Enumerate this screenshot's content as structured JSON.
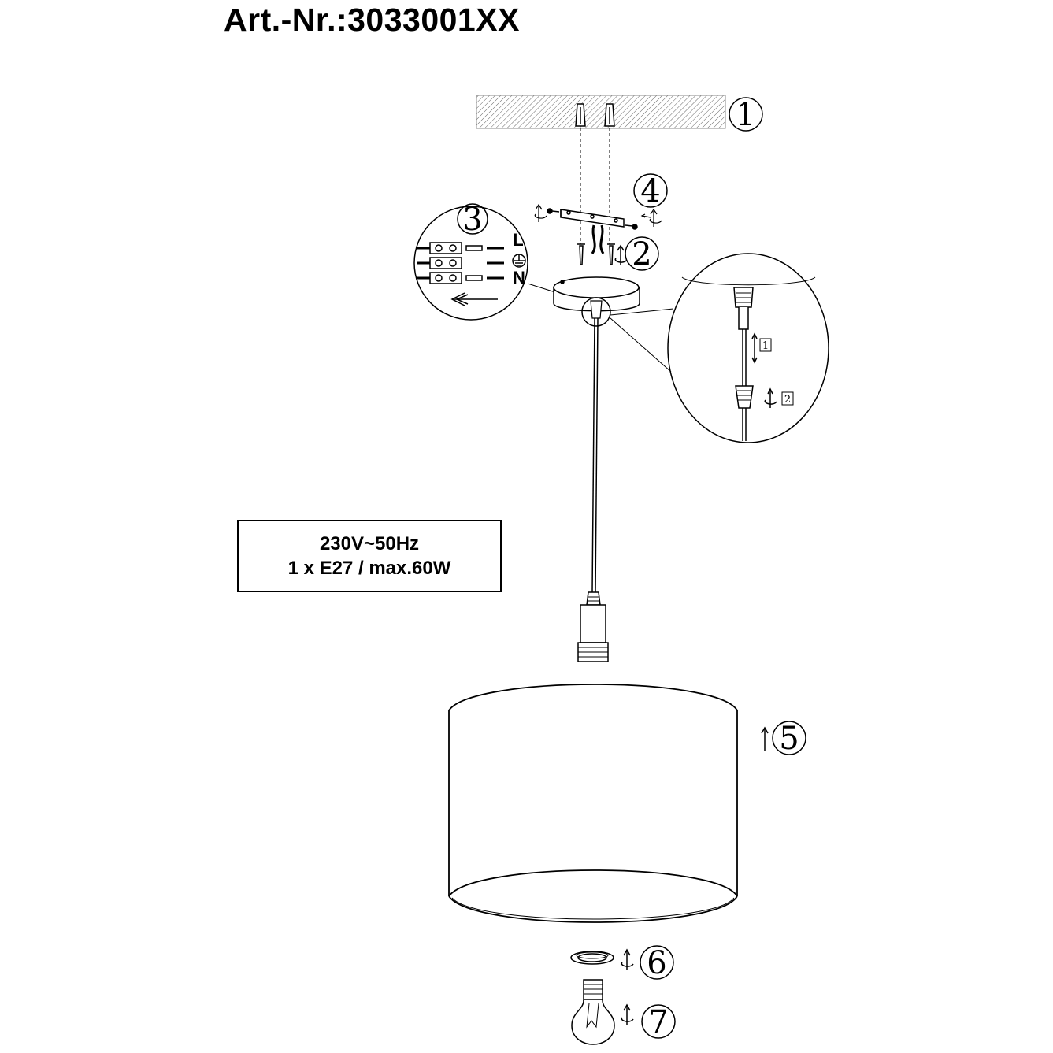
{
  "title": "Art.-Nr.:3033001XX",
  "spec": {
    "line1": "230V~50Hz",
    "line2": "1 x E27 / max.60W"
  },
  "steps": [
    "1",
    "2",
    "3",
    "4",
    "5",
    "6",
    "7"
  ],
  "detail_steps": [
    "1",
    "2"
  ],
  "wire_labels": {
    "live": "L",
    "neutral": "N"
  },
  "icons": {
    "earth": "ground-symbol-icon",
    "arrow": "direction-arrow-icon"
  }
}
